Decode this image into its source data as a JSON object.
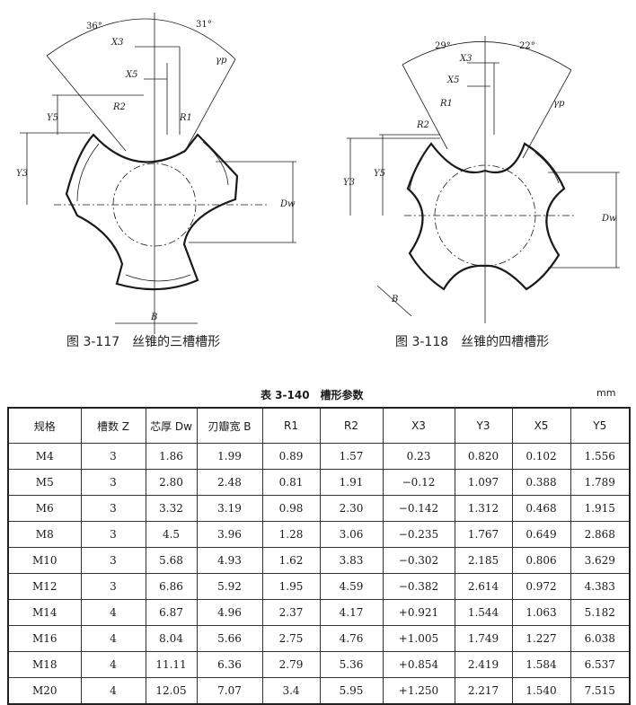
{
  "figure1": {
    "caption": "图 3-117　丝锥的三槽槽形",
    "angle_left": "36°",
    "angle_right": "31°",
    "labels": {
      "x3": "X3",
      "x5": "X5",
      "gamma": "γp",
      "r1": "R1",
      "r2": "R2",
      "y5": "Y5",
      "y3": "Y3",
      "dw": "Dw",
      "b": "B"
    }
  },
  "figure2": {
    "caption": "图 3-118　丝锥的四槽槽形",
    "angle_left": "29°",
    "angle_right": "22°",
    "labels": {
      "x3": "X3",
      "x5": "X5",
      "r1": "R1",
      "r2": "R2",
      "gamma": "γp",
      "y3": "Y3",
      "y5": "Y5",
      "dw": "Dw",
      "b": "B"
    }
  },
  "table": {
    "title": "表 3-140　槽形参数",
    "unit": "mm",
    "headers": [
      "规格",
      "槽数 Z",
      "芯厚 Dw",
      "刃瓣宽 B",
      "R1",
      "R2",
      "X3",
      "Y3",
      "X5",
      "Y5"
    ],
    "rows": [
      [
        "M4",
        "3",
        "1.86",
        "1.99",
        "0.89",
        "1.57",
        "0.23",
        "0.820",
        "0.102",
        "1.556"
      ],
      [
        "M5",
        "3",
        "2.80",
        "2.48",
        "0.81",
        "1.91",
        "−0.12",
        "1.097",
        "0.388",
        "1.789"
      ],
      [
        "M6",
        "3",
        "3.32",
        "3.19",
        "0.98",
        "2.30",
        "−0.142",
        "1.312",
        "0.468",
        "1.915"
      ],
      [
        "M8",
        "3",
        "4.5",
        "3.96",
        "1.28",
        "3.06",
        "−0.235",
        "1.767",
        "0.649",
        "2.868"
      ],
      [
        "M10",
        "3",
        "5.68",
        "4.93",
        "1.62",
        "3.83",
        "−0.302",
        "2.185",
        "0.806",
        "3.629"
      ],
      [
        "M12",
        "3",
        "6.86",
        "5.92",
        "1.95",
        "4.59",
        "−0.382",
        "2.614",
        "0.972",
        "4.383"
      ],
      [
        "M14",
        "4",
        "6.87",
        "4.96",
        "2.37",
        "4.17",
        "+0.921",
        "1.544",
        "1.063",
        "5.182"
      ],
      [
        "M16",
        "4",
        "8.04",
        "5.66",
        "2.75",
        "4.76",
        "+1.005",
        "1.749",
        "1.227",
        "6.038"
      ],
      [
        "M18",
        "4",
        "11.11",
        "6.36",
        "2.79",
        "5.36",
        "+0.854",
        "2.419",
        "1.584",
        "6.537"
      ],
      [
        "M20",
        "4",
        "12.05",
        "7.07",
        "3.4",
        "5.95",
        "+1.250",
        "2.217",
        "1.540",
        "7.515"
      ]
    ]
  }
}
